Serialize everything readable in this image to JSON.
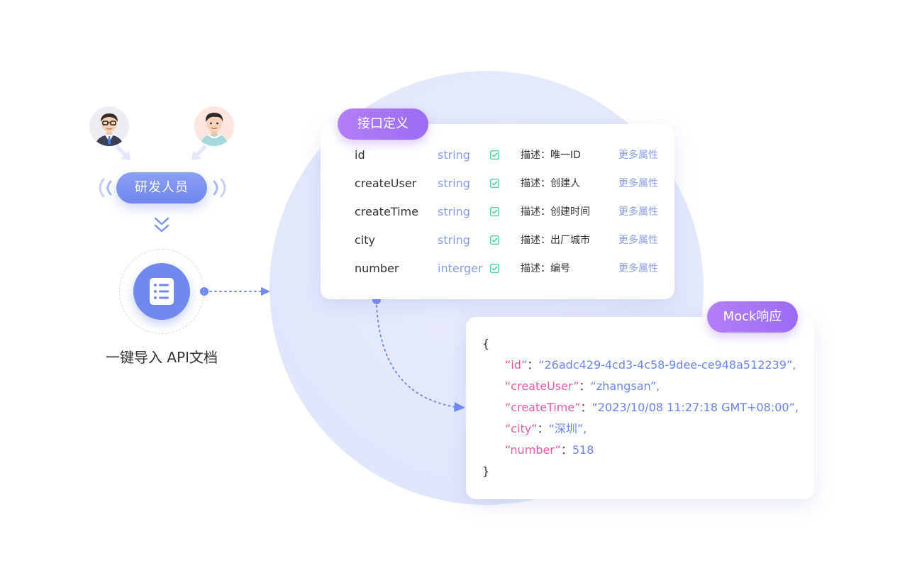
{
  "developers": {
    "label": "研发人员"
  },
  "import": {
    "label": "一键导入 API文档"
  },
  "definition": {
    "tag": "接口定义",
    "fields": [
      {
        "name": "id",
        "type": "string",
        "desc": "描述：唯一ID",
        "more": "更多属性"
      },
      {
        "name": "createUser",
        "type": "string",
        "desc": "描述：创建人",
        "more": "更多属性"
      },
      {
        "name": "createTime",
        "type": "string",
        "desc": "描述：创建时间",
        "more": "更多属性"
      },
      {
        "name": "city",
        "type": "string",
        "desc": "描述：出厂城市",
        "more": "更多属性"
      },
      {
        "name": "number",
        "type": "interger",
        "desc": "描述：编号",
        "more": "更多属性"
      }
    ]
  },
  "mock": {
    "tag": "Mock响应",
    "open_brace": "{",
    "close_brace": "}",
    "lines": [
      {
        "key": "“id”",
        "sep": "：",
        "value": "“26adc429-4cd3-4c58-9dee-ce948a512239”,"
      },
      {
        "key": "“createUser”",
        "sep": "：",
        "value": "“zhangsan”,"
      },
      {
        "key": "“createTime”",
        "sep": "：",
        "value": "“2023/10/08 11:27:18 GMT+08:00”,"
      },
      {
        "key": "“city”",
        "sep": "：",
        "value": "“深圳”,"
      },
      {
        "key": "“number”",
        "sep": "：",
        "value": "518"
      }
    ]
  },
  "colors": {
    "accent_blue": "#7189ef",
    "accent_purple": "#9b6cf3",
    "key_pink": "#e65aa8",
    "check_green": "#3cc9a0"
  }
}
